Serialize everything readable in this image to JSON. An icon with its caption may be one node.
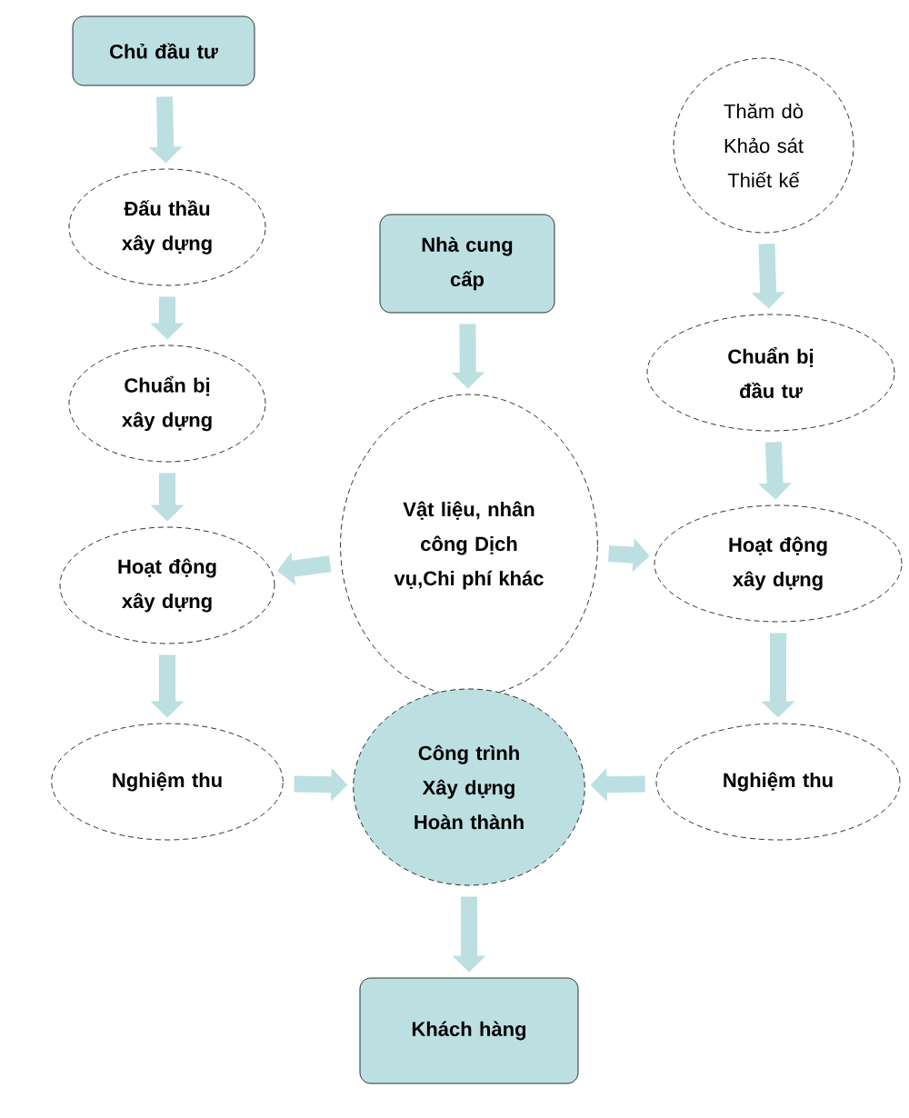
{
  "diagram": {
    "nodes": [
      {
        "text": [
          "Chủ đầu tư"
        ]
      },
      {
        "text": [
          "Đấu thầu xây dựng"
        ]
      },
      {
        "text": [
          "Chuẩn bị xây dựng"
        ]
      },
      {
        "text": [
          "Hoạt động xây dựng"
        ]
      },
      {
        "text": [
          "Nghiệm thu"
        ]
      },
      {
        "text": [
          "Nhà cung cấp"
        ]
      },
      {
        "text": [
          "Vật liệu, nhân công Dịch vụ,Chi phí khác"
        ]
      },
      {
        "text": [
          "Thăm dò Khảo sát Thiết kế"
        ]
      },
      {
        "text": [
          "Chuẩn bị đầu tư"
        ]
      },
      {
        "text": [
          "Hoạt động xây dựng"
        ]
      },
      {
        "text": [
          "Nghiệm thu"
        ]
      },
      {
        "text": [
          "Công trình Xây dựng Hoàn thành"
        ]
      },
      {
        "text": [
          "Khách hàng"
        ]
      }
    ],
    "edges": [
      {
        "from": 0,
        "to": 1,
        "arrow": "to"
      },
      {
        "from": 1,
        "to": 2,
        "arrow": "to"
      },
      {
        "from": 2,
        "to": 3,
        "arrow": "to"
      },
      {
        "from": 3,
        "to": 4,
        "arrow": "to"
      },
      {
        "from": 5,
        "to": 6,
        "arrow": "to"
      },
      {
        "from": 6,
        "to": 3,
        "arrow": "to"
      },
      {
        "from": 6,
        "to": 9,
        "arrow": "to"
      },
      {
        "from": 7,
        "to": 8,
        "arrow": "to"
      },
      {
        "from": 8,
        "to": 9,
        "arrow": "to"
      },
      {
        "from": 9,
        "to": 10,
        "arrow": "to"
      },
      {
        "from": 4,
        "to": 11,
        "arrow": "to"
      },
      {
        "from": 10,
        "to": 11,
        "arrow": "to"
      },
      {
        "from": 11,
        "to": 12,
        "arrow": "to"
      }
    ]
  }
}
